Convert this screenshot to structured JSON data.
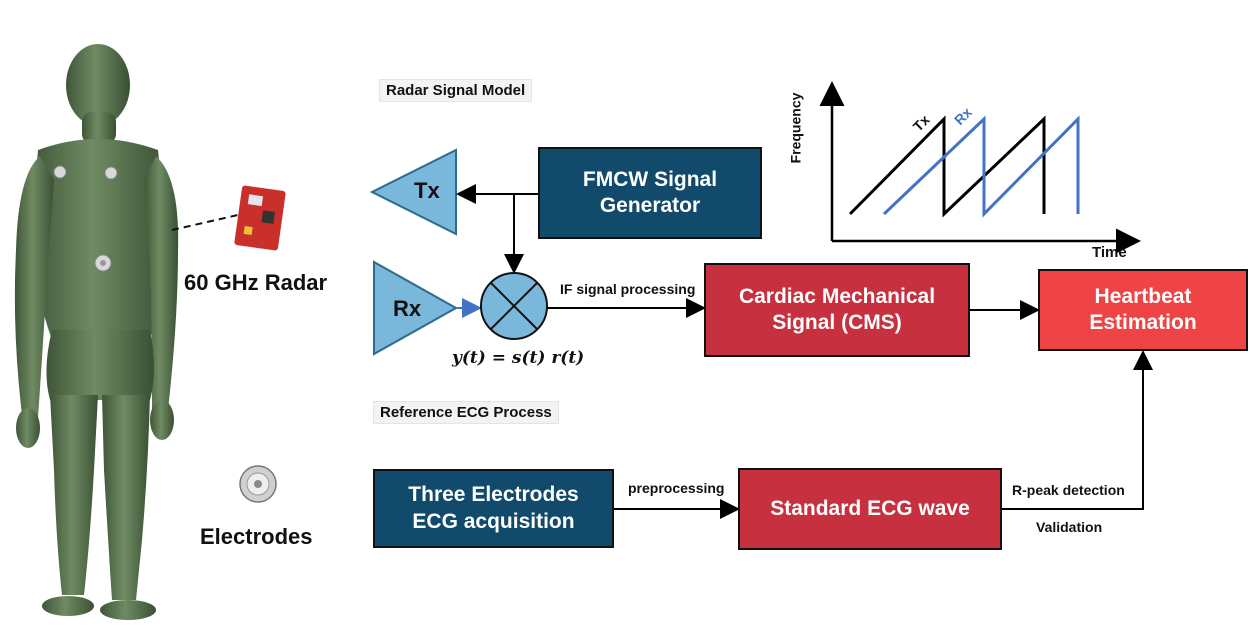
{
  "left": {
    "radar_label": "60 GHz Radar",
    "electrodes_label": "Electrodes"
  },
  "sections": {
    "radar_model": "Radar Signal Model",
    "ecg_process": "Reference ECG Process"
  },
  "blocks": {
    "tx": "Tx",
    "rx": "Rx",
    "fmcw": [
      "FMCW Signal",
      "Generator"
    ],
    "cms": [
      "Cardiac Mechanical",
      "Signal (CMS)"
    ],
    "heartbeat": [
      "Heartbeat",
      "Estimation"
    ],
    "ecg_acq": [
      "Three Electrodes",
      "ECG acquisition"
    ],
    "std_ecg": "Standard ECG wave"
  },
  "edges": {
    "if_processing": "IF signal processing",
    "preprocessing": "preprocessing",
    "rpeak": "R-peak detection",
    "validation": "Validation"
  },
  "equation": "y(t) = s(t) r(t)",
  "chirp_chart": {
    "y_axis": "Frequency",
    "x_axis": "Time",
    "tx_label": "Tx",
    "rx_label": "Rx",
    "tx_color": "#000000",
    "rx_color": "#4472c4"
  },
  "colors": {
    "navy": "#124a6b",
    "red": "#c7303e",
    "bright_red": "#ee4446",
    "figure": "#5f7a54"
  }
}
